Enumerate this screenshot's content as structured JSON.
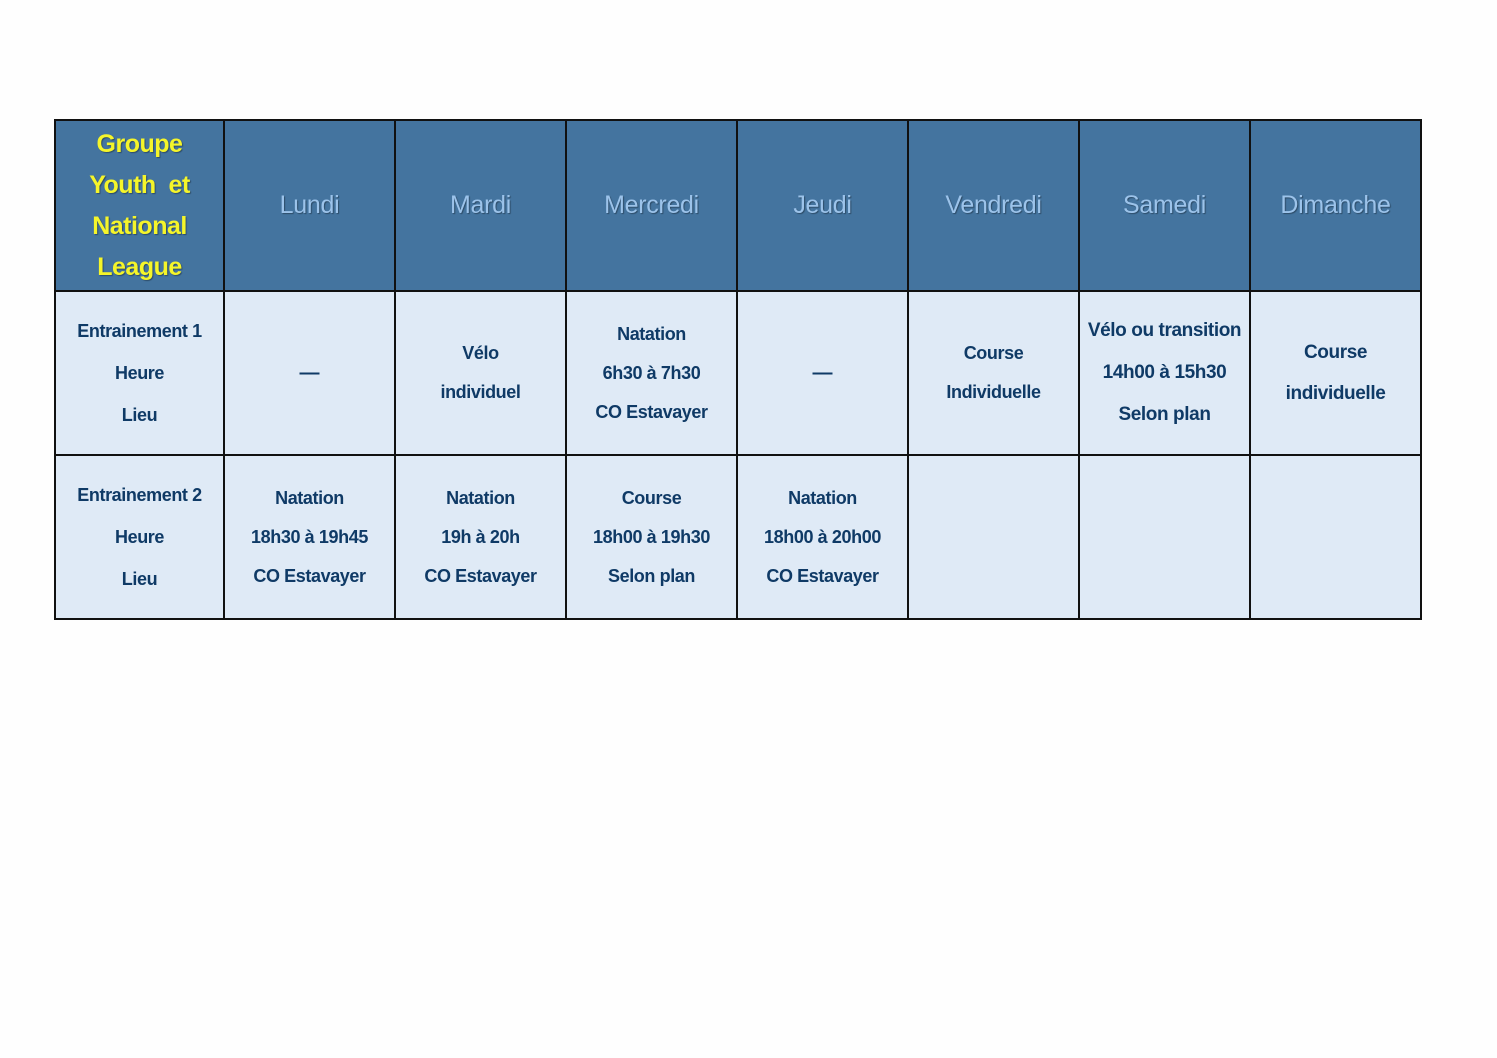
{
  "table": {
    "group_title": [
      "Groupe",
      "Youth  et",
      "National",
      "League"
    ],
    "days": [
      "Lundi",
      "Mardi",
      "Mercredi",
      "Jeudi",
      "Vendredi",
      "Samedi",
      "Dimanche"
    ],
    "rows": [
      {
        "label": [
          "Entrainement 1",
          "Heure",
          "Lieu"
        ],
        "cells": [
          [
            "—"
          ],
          [
            "Vélo",
            "individuel"
          ],
          [
            "Natation",
            "6h30 à 7h30",
            "CO Estavayer"
          ],
          [
            "—"
          ],
          [
            "Course",
            "Individuelle"
          ],
          [
            "Vélo ou transition",
            "14h00 à 15h30",
            "Selon plan"
          ],
          [
            "Course",
            "individuelle"
          ]
        ]
      },
      {
        "label": [
          "Entrainement 2",
          "Heure",
          "Lieu"
        ],
        "cells": [
          [
            "Natation",
            "18h30 à 19h45",
            "CO Estavayer"
          ],
          [
            "Natation",
            "19h à 20h",
            "CO Estavayer"
          ],
          [
            "Course",
            "18h00 à 19h30",
            "Selon plan"
          ],
          [
            "Natation",
            "18h00 à 20h00",
            "CO Estavayer"
          ],
          [],
          [],
          []
        ]
      }
    ]
  },
  "colors": {
    "header_bg": "#44749f",
    "group_title": "#f5f52a",
    "day_text": "#9cc3ea",
    "cell_bg": "#dfeaf6",
    "cell_text": "#0f3a66"
  }
}
